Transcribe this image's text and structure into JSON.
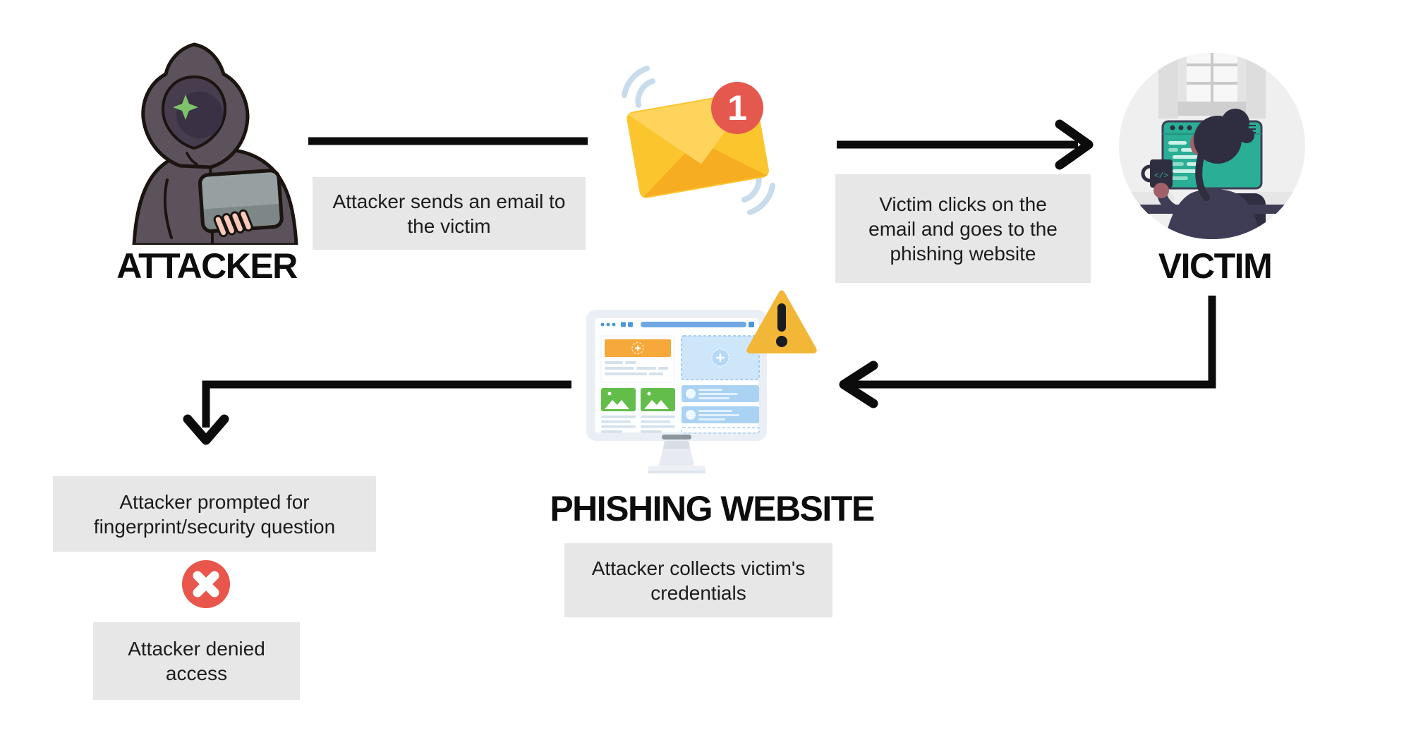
{
  "nodes": {
    "attacker": {
      "label": "ATTACKER"
    },
    "victim": {
      "label": "VICTIM"
    },
    "phishing_website": {
      "label": "PHISHING WEBSITE"
    }
  },
  "steps": {
    "step1": "Attacker sends an email to the victim",
    "step2": "Victim clicks on the email and goes to the phishing website",
    "step3": "Attacker collects victim's credentials",
    "step4": "Attacker prompted for fingerprint/security question",
    "step5": "Attacker denied access"
  },
  "email": {
    "badge_count": "1"
  },
  "icons": {
    "attacker": "hooded-hacker-icon",
    "email": "envelope-notification-icon",
    "victim": "person-at-computer-icon",
    "phishing": "browser-monitor-icon",
    "warning": "warning-triangle-icon",
    "denied": "red-x-icon",
    "mug_glyph": "</>"
  },
  "colors": {
    "background": "#ffffff",
    "arrow_black": "#0c0c0c",
    "callout_gray": "#e7e7e7",
    "text_dark": "#1c1c1c",
    "email_yellow": "#fbc52d",
    "email_flap_yellow": "#ffd45c",
    "badge_red": "#e5584e",
    "warning_yellow": "#f2b737",
    "denied_red": "#e8564c",
    "monitor_teal": "#2aae95",
    "ui_blue": "#6fa8e3",
    "thumb_green": "#63bd4b",
    "banner_orange": "#f6a83b",
    "hoodie_gray": "#5c525b",
    "skin_pink": "#f6c9ba",
    "dark_navy": "#2f2e41"
  }
}
